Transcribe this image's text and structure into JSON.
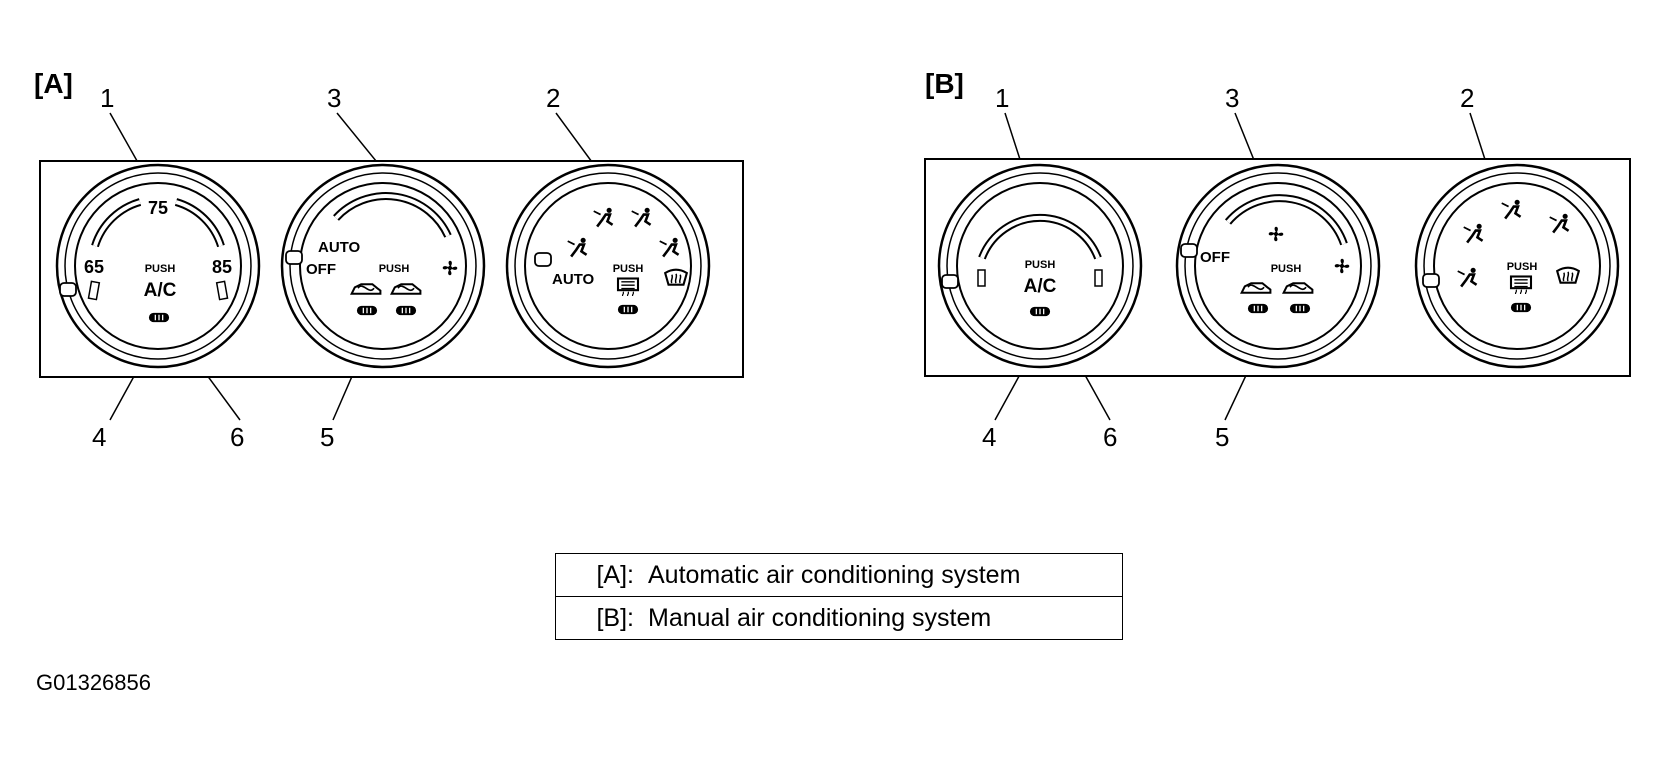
{
  "panels": [
    {
      "id": "A",
      "label": "[A]",
      "callouts": {
        "c1": "1",
        "c2": "2",
        "c3": "3",
        "c4": "4",
        "c5": "5",
        "c6": "6"
      },
      "temp": {
        "top": "75",
        "left": "65",
        "right": "85",
        "push": "PUSH",
        "ac": "A/C"
      },
      "fan": {
        "auto": "AUTO",
        "off": "OFF",
        "push": "PUSH"
      },
      "mode": {
        "auto": "AUTO",
        "push": "PUSH"
      }
    },
    {
      "id": "B",
      "label": "[B]",
      "callouts": {
        "c1": "1",
        "c2": "2",
        "c3": "3",
        "c4": "4",
        "c5": "5",
        "c6": "6"
      },
      "temp": {
        "push": "PUSH",
        "ac": "A/C"
      },
      "fan": {
        "off": "OFF",
        "push": "PUSH"
      },
      "mode": {
        "push": "PUSH"
      }
    }
  ],
  "legend": [
    {
      "key": "[A]:",
      "text": "Automatic air conditioning system"
    },
    {
      "key": "[B]:",
      "text": "Manual air conditioning system"
    }
  ],
  "figure_code": "G01326856",
  "icons": [
    "fan-icon",
    "fresh-air-icon",
    "recirculation-icon",
    "vent-icon",
    "bi-level-icon",
    "foot-icon",
    "defrost-icon",
    "windshield-defrost-icon",
    "rear-defogger-icon",
    "indicator-lamp-icon",
    "knob-marker-icon"
  ]
}
